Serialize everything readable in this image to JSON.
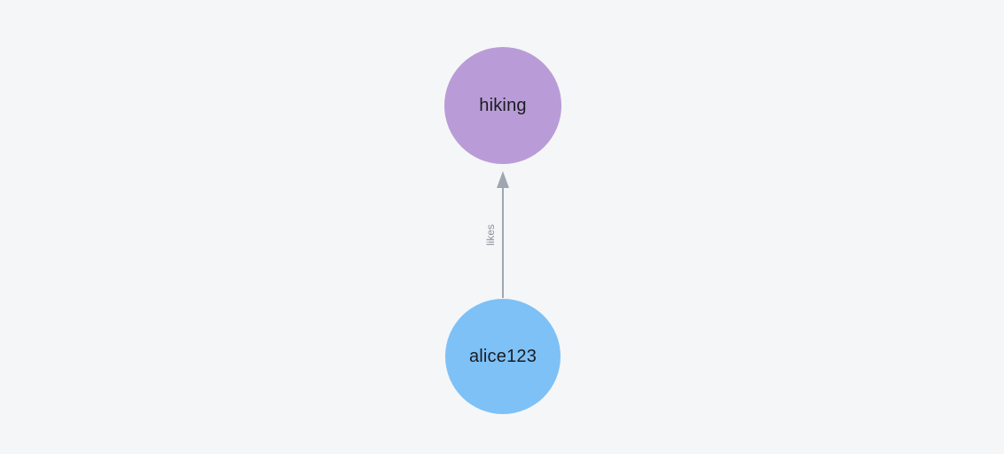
{
  "canvas": {
    "background": "#F5F6F7"
  },
  "graph": {
    "nodes": [
      {
        "id": "hiking",
        "label": "hiking",
        "color": "#B99CD7",
        "text_color": "#1A1C20"
      },
      {
        "id": "alice123",
        "label": "alice123",
        "color": "#7DC1F7",
        "text_color": "#1A1C20"
      }
    ],
    "edges": [
      {
        "from": "alice123",
        "to": "hiking",
        "label": "likes",
        "direction": "up",
        "color": "#A0A6B1",
        "label_color": "#8C929D"
      }
    ]
  }
}
